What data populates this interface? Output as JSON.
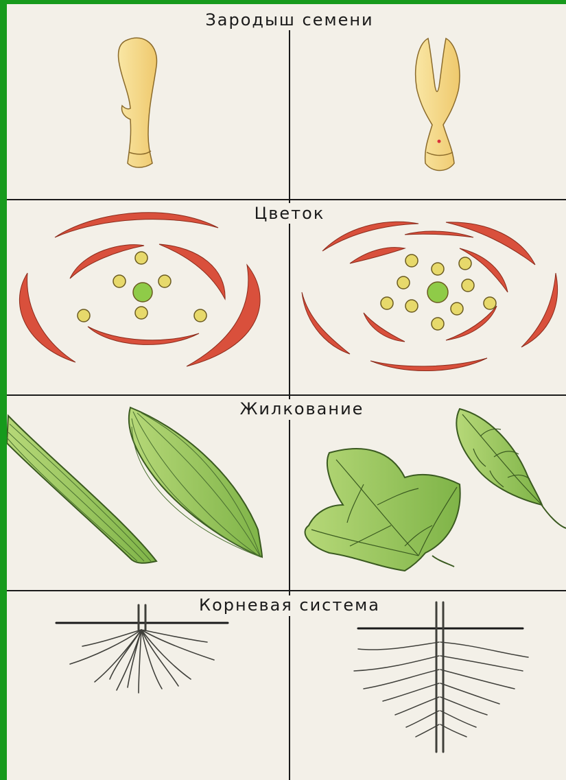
{
  "sections": {
    "embryo": {
      "title": "Зародыш семени"
    },
    "flower": {
      "title": "Цветок"
    },
    "venation": {
      "title": "Жилкование"
    },
    "roots": {
      "title": "Корневая система"
    }
  },
  "colors": {
    "frame": "#179a1c",
    "paper": "#f3f0e8",
    "line": "#1a1a1a",
    "embryo": "#f7d98a",
    "petal": "#d9503c",
    "stamen": "#e7d96b",
    "pistil": "#8fcb48",
    "leaf": "#92c45a",
    "root": "#4a4a44"
  },
  "icons": [
    "monocot-embryo",
    "dicot-embryo",
    "trimerous-flower",
    "pentamerous-flower",
    "parallel-venation-leaf",
    "reticulate-venation-leaf",
    "fibrous-root",
    "taproot"
  ]
}
